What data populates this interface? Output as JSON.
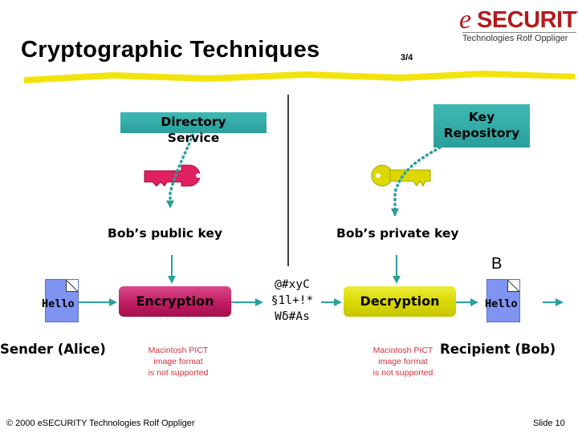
{
  "title": "Cryptographic Techniques",
  "slide_part": "3/4",
  "logo": {
    "prefix": "e",
    "name": "SECURITY",
    "subtitle": "Technologies Rolf Oppliger"
  },
  "directory_service": {
    "line1": "Directory",
    "line2": "Service"
  },
  "key_repository": {
    "line1": "Key",
    "line2": "Repository"
  },
  "public_key_label": "Bob’s public key",
  "private_key_label": "Bob’s private key",
  "plaintext_sender": "Hello",
  "plaintext_recipient": "Hello",
  "encryption_label": "Encryption",
  "decryption_label": "Decryption",
  "ciphertext": {
    "line1": "@#xyC",
    "line2": "§1l+!*",
    "line3": "Wδ#As"
  },
  "sender_label": "Sender (Alice)",
  "recipient_label": "Recipient (Bob)",
  "recipient_marker": "B",
  "pict_placeholder": {
    "line1": "Macintosh PICT",
    "line2": "image format",
    "line3": "is not supported"
  },
  "footer": "© 2000 eSECURITY Technologies Rolf Oppliger",
  "slide_number": "Slide 10",
  "colors": {
    "teal_box": "#2fa9a5",
    "encryption": "#c8206a",
    "decryption": "#d8d800",
    "public_key": "#e0205f",
    "private_key": "#dcd800",
    "document": "#7f93f0",
    "arrow": "#2a9f9b",
    "title_underline": "#f2e200",
    "logo": "#b31b1b",
    "pict_text": "#d32f3a"
  }
}
